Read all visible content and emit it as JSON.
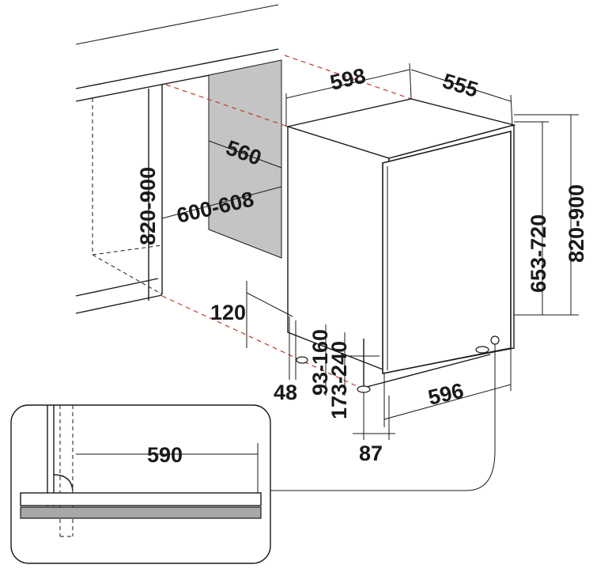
{
  "colors": {
    "outline": "#1a1a1a",
    "reference_line": "#c0392b",
    "back_panel_fill": "#c4c4c4",
    "kick_plate_fill": "#a8a8a8",
    "background": "#ffffff"
  },
  "dimensions": {
    "niche_height": "820-900",
    "niche_width": "600-608",
    "niche_inner": "560",
    "appliance_width": "598",
    "appliance_depth": "555",
    "appliance_height": "820-900",
    "door_height": "653-720",
    "plinth_depth": "120",
    "foot_offset": "48",
    "plinth_gap": "93-160",
    "plinth_height": "173-240",
    "door_width": "596",
    "door_bottom": "87",
    "detail_width": "590"
  }
}
